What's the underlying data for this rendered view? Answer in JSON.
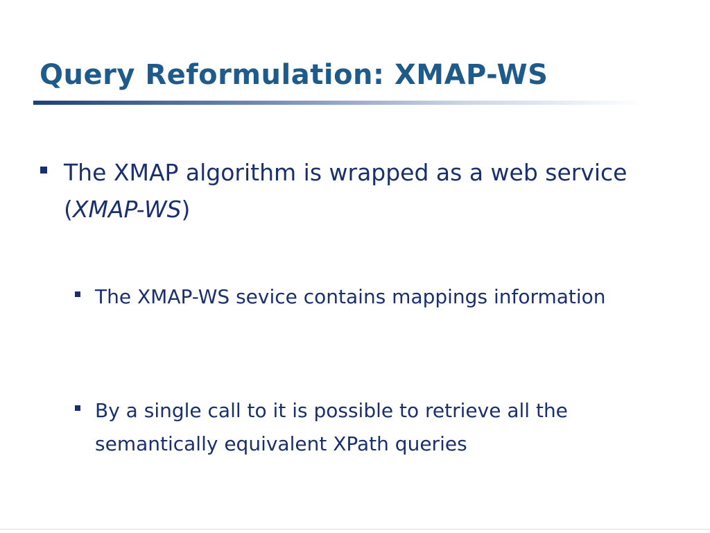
{
  "slide": {
    "title": "Query Reformulation: XMAP-WS",
    "bullets": [
      {
        "text_before": "The XMAP algorithm is wrapped as a web service (",
        "emphasis": "XMAP-WS",
        "text_after": ")"
      },
      {
        "text": "The XMAP-WS sevice contains mappings information"
      },
      {
        "text": "By a single call to it is possible to retrieve all the semantically equivalent XPath queries"
      }
    ]
  },
  "colors": {
    "title": "#1e5a8a",
    "body_text": "#1a2f6e",
    "rule_dark": "#1f3f7a"
  }
}
